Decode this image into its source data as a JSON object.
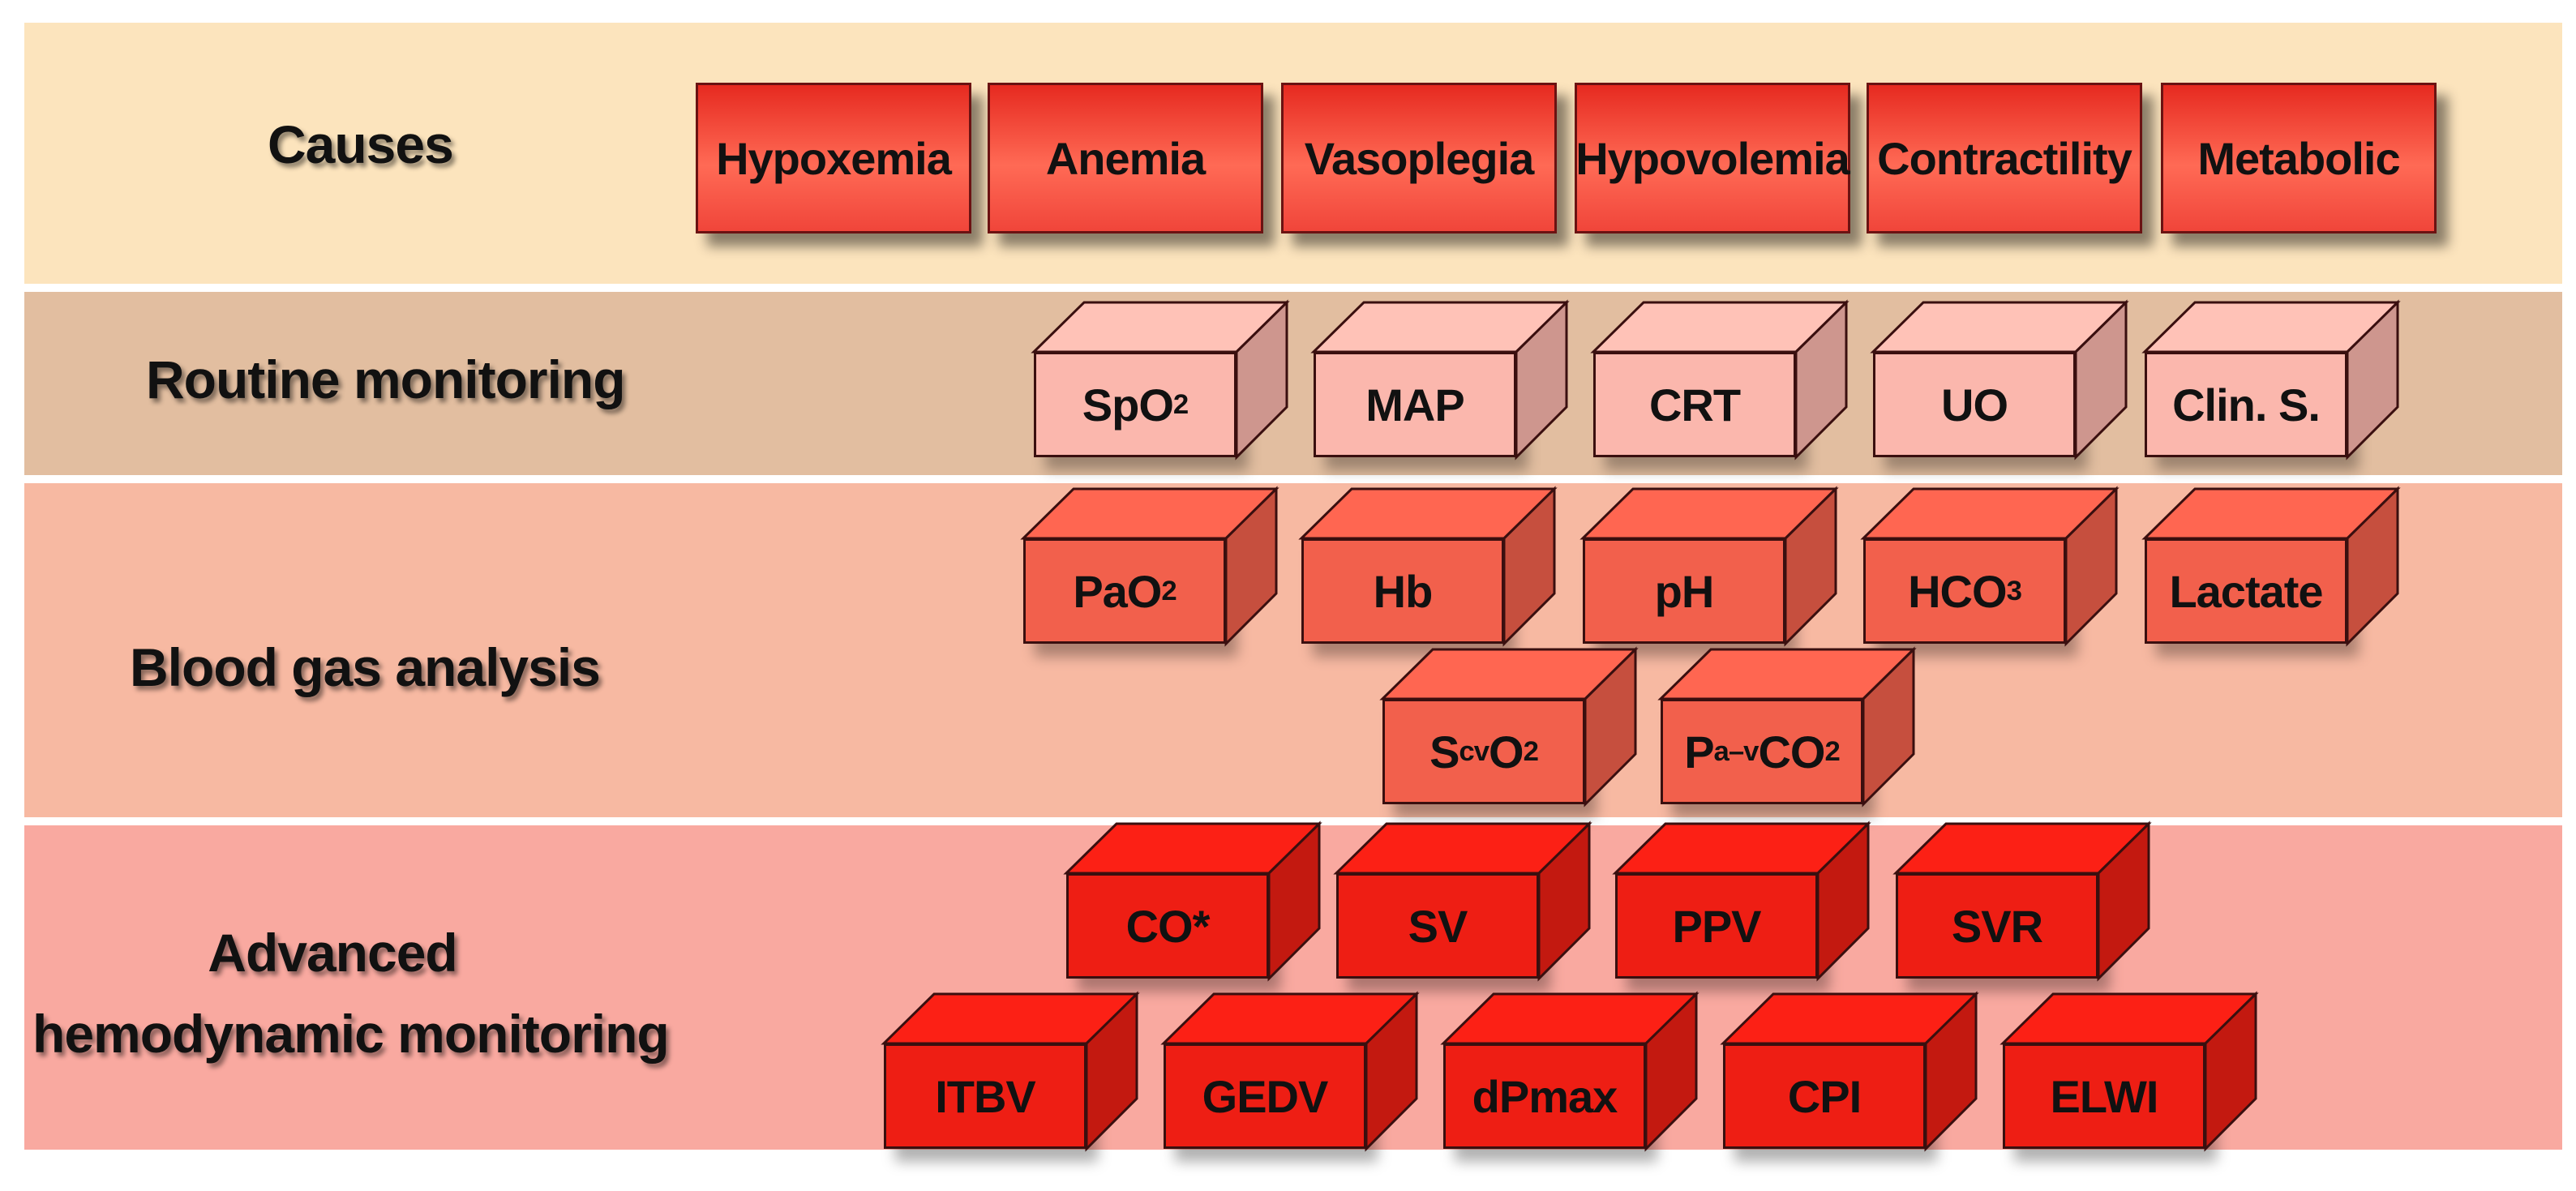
{
  "rows": {
    "causes": {
      "label": "Causes"
    },
    "routine": {
      "label": "Routine monitoring"
    },
    "blood": {
      "label": "Blood gas analysis"
    },
    "advanced": {
      "label_line1": "Advanced",
      "label_line2": "hemodynamic monitoring"
    }
  },
  "causes": [
    "Hypoxemia",
    "Anemia",
    "Vasoplegia",
    "Hypovolemia",
    "Contractility",
    "Metabolic"
  ],
  "routine": [
    {
      "main": "SpO",
      "sub": "2",
      "tail": ""
    },
    {
      "main": "MAP",
      "sub": "",
      "tail": ""
    },
    {
      "main": "CRT",
      "sub": "",
      "tail": ""
    },
    {
      "main": "UO",
      "sub": "",
      "tail": ""
    },
    {
      "main": "Clin. S.",
      "sub": "",
      "tail": ""
    }
  ],
  "blood_row1": [
    {
      "main": "PaO",
      "sub": "2",
      "tail": ""
    },
    {
      "main": "Hb",
      "sub": "",
      "tail": ""
    },
    {
      "main": "pH",
      "sub": "",
      "tail": ""
    },
    {
      "main": "HCO",
      "sub": "3",
      "tail": ""
    },
    {
      "main": "Lactate",
      "sub": "",
      "tail": ""
    }
  ],
  "blood_row2": [
    {
      "main": "S",
      "sub": "cv",
      "tail": "O",
      "sub2": "2"
    },
    {
      "main": "P",
      "sub": "a–v",
      "tail": "CO",
      "sub2": "2"
    }
  ],
  "advanced_row1": [
    {
      "main": "CO*",
      "sub": "",
      "tail": ""
    },
    {
      "main": "SV",
      "sub": "",
      "tail": ""
    },
    {
      "main": "PPV",
      "sub": "",
      "tail": ""
    },
    {
      "main": "SVR",
      "sub": "",
      "tail": ""
    }
  ],
  "advanced_row2": [
    {
      "main": "ITBV",
      "sub": "",
      "tail": ""
    },
    {
      "main": "GEDV",
      "sub": "",
      "tail": ""
    },
    {
      "main": "dPmax",
      "sub": "",
      "tail": ""
    },
    {
      "main": "CPI",
      "sub": "",
      "tail": ""
    },
    {
      "main": "ELWI",
      "sub": "",
      "tail": ""
    }
  ],
  "colors": {
    "causes_band": "#fce4bd",
    "routine_band": "#e2bea0",
    "blood_band": "#f7b9a2",
    "advanced_band": "#f9a9a0",
    "routine_box": "#fbb7ad",
    "blood_box": "#f2604c",
    "advanced_box": "#ee1e14"
  }
}
